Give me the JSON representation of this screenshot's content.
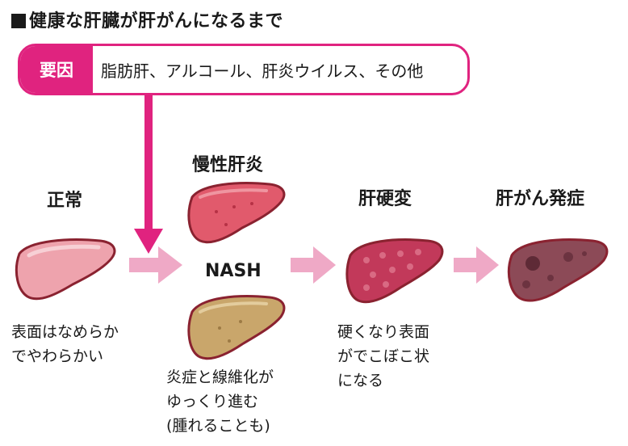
{
  "title": "健康な肝臓が肝がんになるまで",
  "cause": {
    "tag": "要因",
    "text": "脂肪肝、アルコール、肝炎ウイルス、その他"
  },
  "stages": {
    "normal": {
      "label": "正常",
      "desc": [
        "表面はなめらか",
        "でやわらかい"
      ]
    },
    "chronic_hepatitis": {
      "label": "慢性肝炎"
    },
    "nash": {
      "label": "NASH",
      "desc": [
        "炎症と線維化が",
        "ゆっくり進む",
        "(腫れることも)"
      ]
    },
    "cirrhosis": {
      "label": "肝硬変",
      "desc": [
        "硬くなり表面",
        "がでこぼこ状",
        "になる"
      ]
    },
    "cancer": {
      "label": "肝がん発症"
    }
  },
  "colors": {
    "accent": "#e0237f",
    "arrow": "#efa9c6",
    "normal_liver": "#eea3ad",
    "hepatitis_liver": "#e15a6c",
    "nash_liver": "#c9a66b",
    "cirrhosis_liver": "#c2395a",
    "cancer_liver": "#8c4a57",
    "outline": "#8a2230"
  }
}
